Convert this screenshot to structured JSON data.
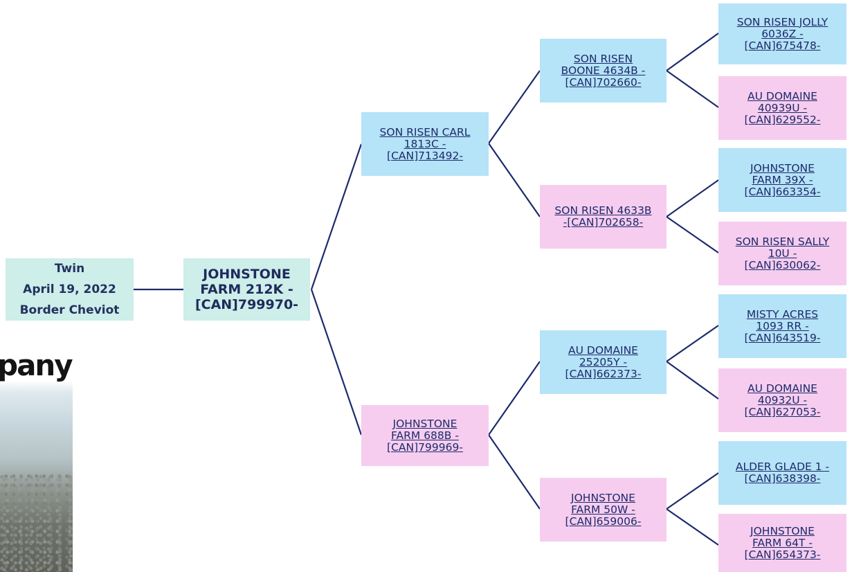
{
  "subject": {
    "line1": "Twin",
    "line2": "April 19, 2022",
    "line3": "Border Cheviot"
  },
  "root": {
    "label": "JOHNSTONE\nFARM 212K -\n[CAN]799970-"
  },
  "gen1": {
    "sire": "SON RISEN CARL\n1813C -\n[CAN]713492-",
    "dam": "JOHNSTONE\nFARM 688B -\n[CAN]799969-"
  },
  "gen2": {
    "ss": "SON RISEN\nBOONE 4634B -\n[CAN]702660-",
    "sd": "SON RISEN 4633B\n-[CAN]702658-",
    "ds": "AU DOMAINE\n25205Y -\n[CAN]662373-",
    "dd": "JOHNSTONE\nFARM 50W -\n[CAN]659006-"
  },
  "gen3": {
    "sss": "SON RISEN JOLLY\n6036Z -\n[CAN]675478-",
    "ssd": "AU DOMAINE\n40939U -\n[CAN]629552-",
    "sds": "JOHNSTONE\nFARM 39X -\n[CAN]663354-",
    "sdd": "SON RISEN SALLY\n10U -\n[CAN]630062-",
    "dss": "MISTY ACRES\n1093 RR -\n[CAN]643519-",
    "dsd": "AU DOMAINE\n40932U -\n[CAN]627053-",
    "dds": "ALDER GLADE 1 -\n[CAN]638398-",
    "ddd": "JOHNSTONE\nFARM 64T -\n[CAN]654373-"
  },
  "photo": {
    "text": "pany"
  },
  "colors": {
    "sire": "#b5e3f7",
    "dam": "#f6cdef",
    "root": "#cdeee9",
    "line": "#1d2a6b"
  }
}
